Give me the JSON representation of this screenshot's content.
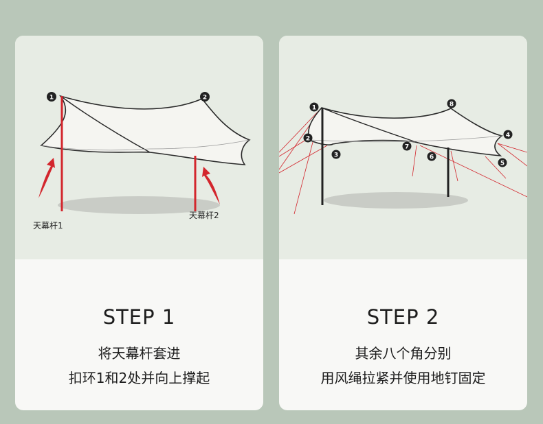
{
  "step1": {
    "title": "STEP 1",
    "line1": "将天幕杆套进",
    "line2": "扣环1和2处并向上撑起",
    "pole_label_1": "天幕杆1",
    "pole_label_2": "天幕杆2",
    "markers": [
      "1",
      "2"
    ]
  },
  "step2": {
    "title": "STEP 2",
    "line1": "其余八个角分别",
    "line2": "用风绳拉紧并使用地钉固定",
    "markers": [
      "1",
      "2",
      "3",
      "4",
      "5",
      "6",
      "7",
      "8"
    ]
  },
  "colors": {
    "background": "#b9c7b9",
    "card": "#f8f8f6",
    "illustration_bg": "#e7ece4",
    "pole_red": "#d3262d",
    "pole_dark": "#222222",
    "shadow": "#c9ccc6"
  }
}
